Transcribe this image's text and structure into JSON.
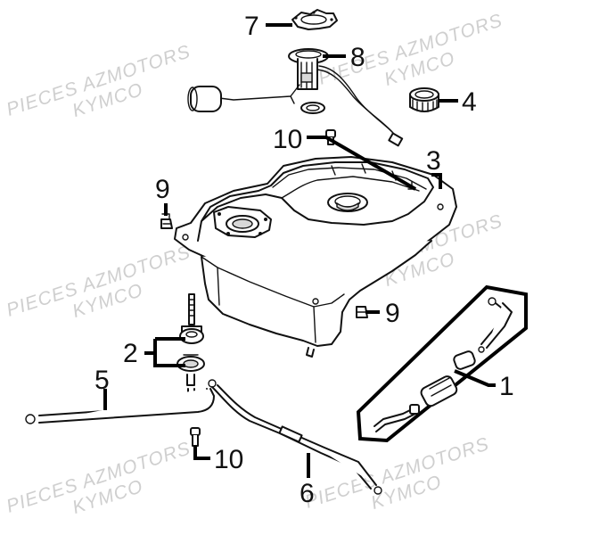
{
  "watermarks": [
    {
      "line1": "PIECES AZMOTORS",
      "line2": "KYMCO"
    },
    {
      "line1": "PIECES AZMOTORS",
      "line2": "KYMCO"
    },
    {
      "line1": "PIECES AZMOTORS",
      "line2": "KYMCO"
    },
    {
      "line1": "PIECES AZMOTORS",
      "line2": "KYMCO"
    },
    {
      "line1": "PIECES AZMOTORS",
      "line2": "KYMCO"
    },
    {
      "line1": "PIECES AZMOTORS",
      "line2": "KYMCO"
    }
  ],
  "callouts": {
    "c1": "1",
    "c2": "2",
    "c3": "3",
    "c4": "4",
    "c5": "5",
    "c6": "6",
    "c7": "7",
    "c8": "8",
    "c9a": "9",
    "c9b": "9",
    "c10a": "10",
    "c10b": "10"
  }
}
